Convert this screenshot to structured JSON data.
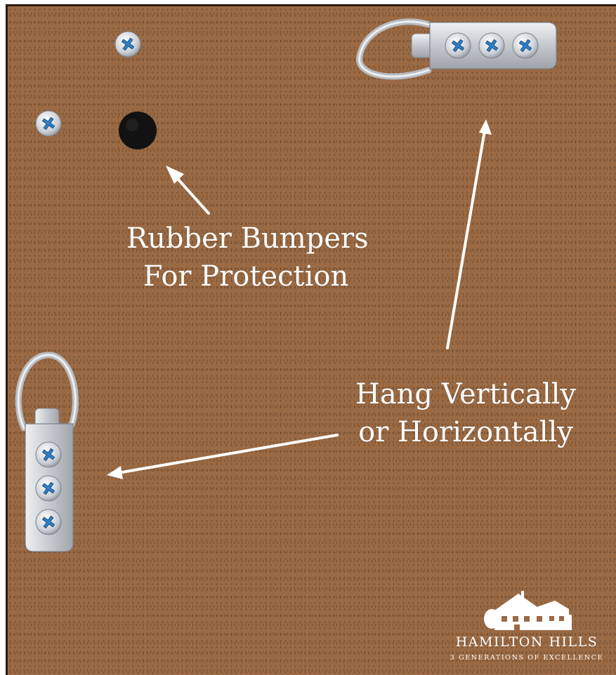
{
  "product_back": {
    "bumper_callout": {
      "line1": "Rubber Bumpers",
      "line2": "For Protection"
    },
    "hang_callout": {
      "line1": "Hang Vertically",
      "line2": "or Horizontally"
    },
    "brand": {
      "name": "HAMILTON HILLS",
      "tagline": "3 GENERATIONS OF EXCELLENCE"
    }
  },
  "colors": {
    "backing_board": "#9a6a44",
    "annotation_text": "#ffffff",
    "bumper": "#111111",
    "metal": "#c9ccd1"
  },
  "icons": {
    "screw": "phillips-screw-icon",
    "hanger": "d-ring-hanger-icon",
    "bumper": "rubber-bumper-icon",
    "logo": "house-logo-icon"
  }
}
